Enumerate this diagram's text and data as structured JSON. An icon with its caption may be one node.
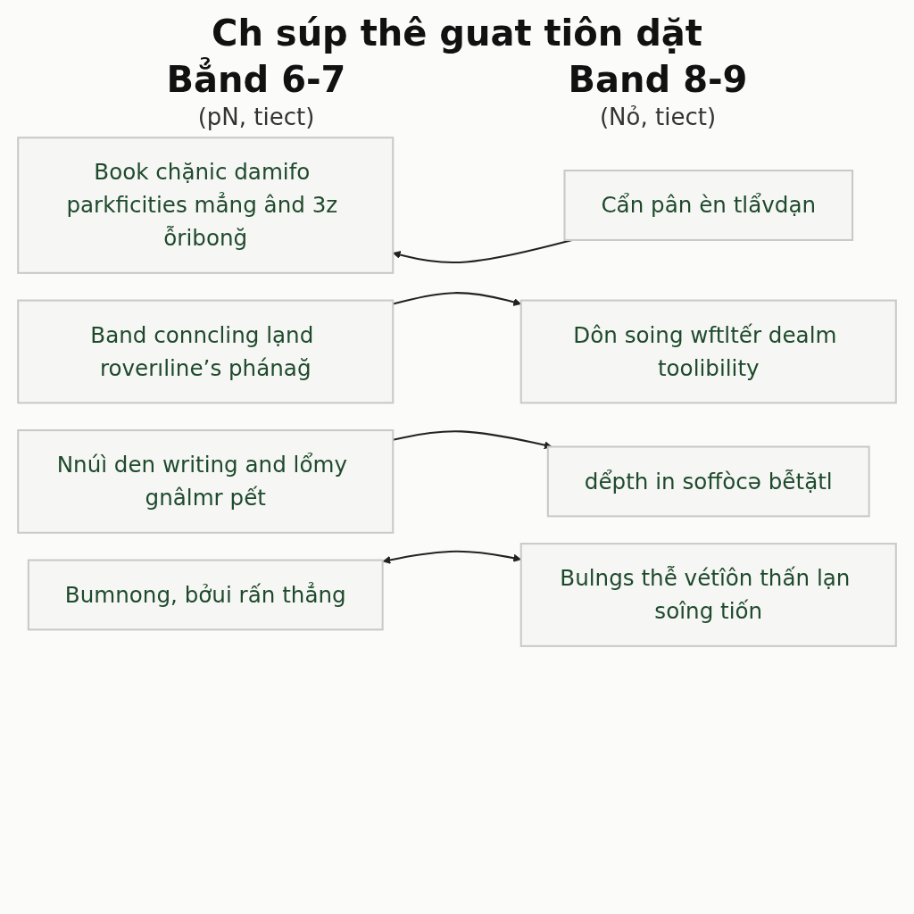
{
  "diagram": {
    "title": "Ch súp thê guat tiôn dặt",
    "nodes": [
      {
        "text": [
          "Book chặnic damifo parkficities mẳng ând 3z ỗribonğ"
        ]
      },
      {
        "text": [
          "Cẩn pân èn tlẩvdạn"
        ]
      },
      {
        "text": [
          "Band conncling lạnd roverıline’s phánağ"
        ]
      },
      {
        "text": [
          "Dôn soing wftltếr dealm toolibility"
        ]
      },
      {
        "text": [
          "Nnúì den writing and lổmy gnâlmr pết"
        ]
      },
      {
        "text": [
          "dểpth in soffòcə bễtặtl"
        ]
      },
      {
        "text": [
          "Bumnong, bởui rấn thẳng"
        ]
      },
      {
        "text": [
          "Bulngs thễ vétîôn thấn lạn soîng tiốn"
        ]
      }
    ],
    "edges": [
      {
        "from": 1,
        "to": 0,
        "arrow": "to"
      },
      {
        "from": 2,
        "to": 3,
        "arrow": "to"
      },
      {
        "from": 4,
        "to": 5,
        "arrow": "to"
      },
      {
        "from": 6,
        "to": 7,
        "arrow": "both"
      }
    ],
    "labels": [
      "Bẳnd 6-7",
      "Band 8-9",
      "(pN, tiect)",
      "(Nỏ, tiect)"
    ]
  }
}
